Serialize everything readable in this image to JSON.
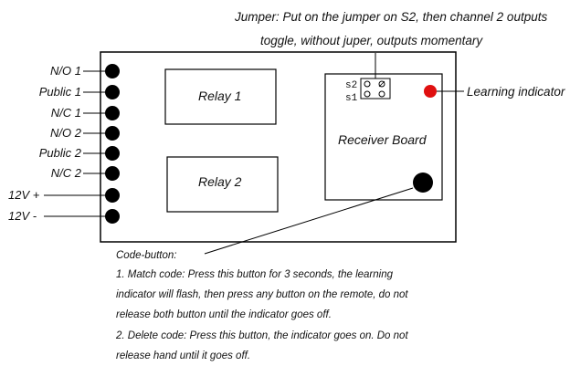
{
  "jumper_note": {
    "line1": "Jumper: Put on the jumper on S2, then channel 2 outputs",
    "line2": "toggle, without juper, outputs momentary"
  },
  "terminals": [
    {
      "label": "N/O 1"
    },
    {
      "label": "Public 1"
    },
    {
      "label": "N/C 1"
    },
    {
      "label": "N/O 2"
    },
    {
      "label": "Public 2"
    },
    {
      "label": "N/C 2"
    },
    {
      "label": "12V +"
    },
    {
      "label": "12V -"
    }
  ],
  "relays": [
    {
      "label": "Relay 1"
    },
    {
      "label": "Relay 2"
    }
  ],
  "receiver": {
    "label": "Receiver Board",
    "s2": "s2",
    "s1": "s1"
  },
  "learning_indicator": {
    "label": "Learning indicator",
    "color": "#e01010"
  },
  "code_button": {
    "title": "Code-button:",
    "lines": [
      "1. Match code: Press this button for 3 seconds, the learning",
      "indicator will flash, then press any button on the remote, do not",
      "release both button until the indicator goes off.",
      "2. Delete code: Press this button, the indicator goes on. Do not",
      "release hand until it goes off."
    ]
  }
}
